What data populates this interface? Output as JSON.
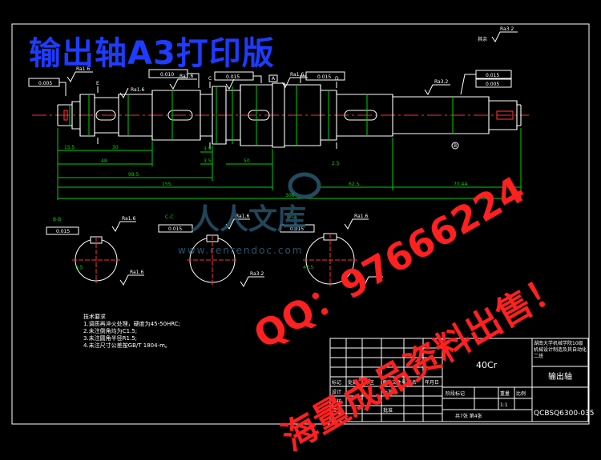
{
  "title": "输出轴A3打印版",
  "surface_note": "其余",
  "roughness": {
    "r1": "Ra1.6",
    "r2": "Ra1.6",
    "r3": "Ra1.6",
    "r4": "Ra1.6",
    "r5": "Ra3.2",
    "s1": "Ra1.6",
    "s2": "Ra1.6",
    "s3": "Ra1.6",
    "s4": "Ra1.6",
    "s5": "Ra3.2"
  },
  "tolerances": {
    "t1": "0.005",
    "t2": "0.010",
    "t3": "0.015",
    "t4": "0.015",
    "t5": "0.015",
    "t6": "0.005",
    "datum_a": "A",
    "sec1": "0.015",
    "sec2": "0.015",
    "sec3": "0.015",
    "datum_b": "B"
  },
  "section_labels": {
    "a": "B-B",
    "b": "C-C",
    "c": "D-D",
    "e": "E",
    "c2": "C",
    "d": "D"
  },
  "dimensions": {
    "d1": "15.5",
    "d2": "30",
    "d3": "48",
    "d4": "98.5",
    "d5": "155",
    "d6": "306",
    "d7": "3.5",
    "d8": "3.5",
    "d9": "50",
    "d10": "62.5",
    "d11": "70.44",
    "d12": "2.5",
    "d13": "5.5",
    "d14": "47.5"
  },
  "watermark": {
    "qq": "QQ：97666224",
    "sale": "海量成品资料出售！",
    "site": "人人文库",
    "url": "www.renrendoc.com"
  },
  "tech_requirements": {
    "heading": "技术要求",
    "items": [
      "1.调质再淬火处理，硬度为45-50HRC;",
      "2.未注倒角均为C1.5;",
      "3.未注圆角半径R1.5;",
      "4.未注尺寸公差按GB/T 1804-m。"
    ]
  },
  "title_block": {
    "material": "40Cr",
    "part_name": "输出轴",
    "school": "湖南大学机械学院10级机械设计制造及其自动化二班",
    "drawing_no": "QCBSQ6300-035",
    "scale": "1:1",
    "sheet": "共7张 第4张",
    "stage_mark": "阶段标记",
    "weight": "重量",
    "ratio": "比例",
    "design": "设计",
    "check": "审核",
    "process": "工艺",
    "approve": "批准",
    "std": "标准化",
    "sign": "签名",
    "date": "年月日",
    "mark": "标记",
    "count": "处数",
    "division": "分区",
    "change_doc": "更改文件号"
  },
  "colors": {
    "background": "#000000",
    "title": "#1e3cff",
    "outline": "#ffffff",
    "dimension": "#00d200",
    "centerline": "#ff3030",
    "watermark_red": "#ff2020",
    "watermark_logo": "#27536a"
  }
}
